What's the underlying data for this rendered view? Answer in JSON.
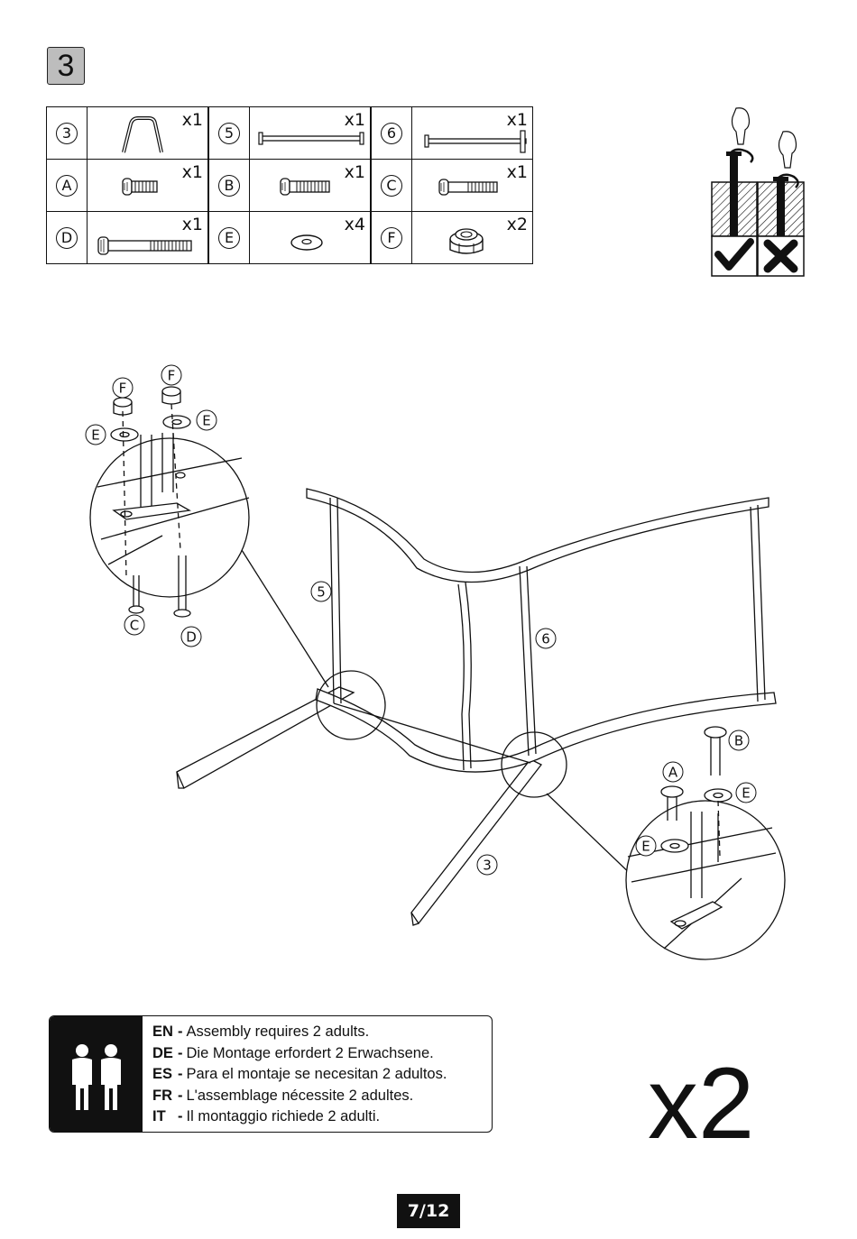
{
  "step_number": "3",
  "parts": [
    [
      {
        "id": "3",
        "qty": "x1",
        "icon": "leg-frame-icon"
      },
      {
        "id": "5",
        "qty": "x1",
        "icon": "crossbar-short-icon"
      },
      {
        "id": "6",
        "qty": "x1",
        "icon": "crossbar-long-icon"
      }
    ],
    [
      {
        "id": "A",
        "qty": "x1",
        "icon": "bolt-short-icon"
      },
      {
        "id": "B",
        "qty": "x1",
        "icon": "bolt-medium-icon"
      },
      {
        "id": "C",
        "qty": "x1",
        "icon": "bolt-medium-icon"
      }
    ],
    [
      {
        "id": "D",
        "qty": "x1",
        "icon": "bolt-long-icon"
      },
      {
        "id": "E",
        "qty": "x4",
        "icon": "washer-icon"
      },
      {
        "id": "F",
        "qty": "x2",
        "icon": "nut-icon"
      }
    ]
  ],
  "diagram": {
    "callouts": [
      "F",
      "F",
      "E",
      "E",
      "C",
      "D",
      "5",
      "6",
      "3",
      "B",
      "A",
      "E",
      "E"
    ]
  },
  "notice": {
    "lines": [
      {
        "lang": "EN",
        "text": "Assembly requires 2 adults."
      },
      {
        "lang": "DE",
        "text": "Die Montage erfordert 2 Erwachsene."
      },
      {
        "lang": "ES",
        "text": "Para el montaje se necesitan 2 adultos."
      },
      {
        "lang": "FR",
        "text": "L'assemblage nécessite 2 adultes."
      },
      {
        "lang": "IT",
        "text": "Il montaggio richiede 2 adulti."
      }
    ]
  },
  "multiplier": "x2",
  "page": "7/12"
}
